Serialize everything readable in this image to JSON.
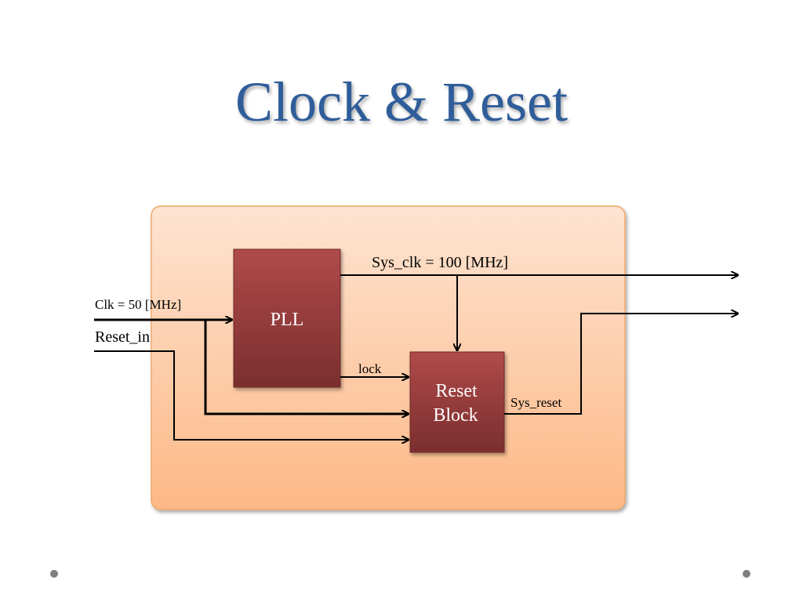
{
  "slide": {
    "title": "Clock & Reset"
  },
  "diagram": {
    "blocks": {
      "pll": "PLL",
      "reset_block_line1": "Reset",
      "reset_block_line2": "Block"
    },
    "signals": {
      "clk_in": "Clk = 50 [MHz]",
      "reset_in": "Reset_in",
      "sys_clk": "Sys_clk = 100 [MHz]",
      "lock": "lock",
      "sys_reset": "Sys_reset"
    },
    "colors": {
      "title": "#2f5d9a",
      "panel_top": "#fde4d2",
      "panel_bottom": "#fdb886",
      "panel_border": "#f0a868",
      "block_top": "#b04a4a",
      "block_bottom": "#7a2e2e"
    }
  }
}
